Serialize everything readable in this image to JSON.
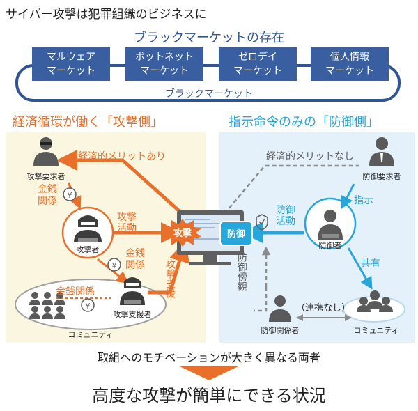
{
  "headline": "サイバー攻撃は犯罪組織のビジネスに",
  "black_market": {
    "title": "ブラックマーケットの存在",
    "items": [
      {
        "line1": "マルウェア",
        "line2": "マーケット"
      },
      {
        "line1": "ボットネット",
        "line2": "マーケット"
      },
      {
        "line1": "ゼロデイ",
        "line2": "マーケット"
      },
      {
        "line1": "個人情報",
        "line2": "マーケット"
      }
    ],
    "caption": "ブラックマーケット"
  },
  "attack_side": {
    "title": "経済循環が働く「攻撃側」",
    "merit_label": "経済的メリットあり",
    "requester_label": "攻撃要求者",
    "money1": [
      "金銭",
      "関係"
    ],
    "attacker_label": "攻撃者",
    "activity": [
      "攻撃",
      "活動"
    ],
    "money2": [
      "金銭",
      "関係"
    ],
    "support_label": "攻撃支援",
    "money3": "金銭関係",
    "supporter_label": "攻撃支援者",
    "community_label": "コミュニティ",
    "yen": "¥"
  },
  "center": {
    "attack_badge": "攻撃",
    "defense_badge": "防御"
  },
  "defense_side": {
    "title": "指示命令のみの「防御側」",
    "merit_label": "経済的メリットなし",
    "requester_label": "防御要求者",
    "instruct_label": "指示",
    "activity": [
      "防御",
      "活動"
    ],
    "defender_label": "防御者",
    "share_label": "共有",
    "observer_label": "防御傍観",
    "related_label": "防御関係者",
    "no_coop_label": "（連携なし）",
    "community_label": "コミュニティ"
  },
  "conclusion": {
    "line1": "取組へのモチベーションが大きく異なる両者",
    "line2": "高度な攻撃が簡単にできる状況"
  },
  "colors": {
    "navy": "#2f5597",
    "orange": "#e8702a",
    "blue": "#27a6dc",
    "attack_bg": "#fbf6e0",
    "defense_bg": "#e4f0fa",
    "figure": "#5a5a5a"
  }
}
